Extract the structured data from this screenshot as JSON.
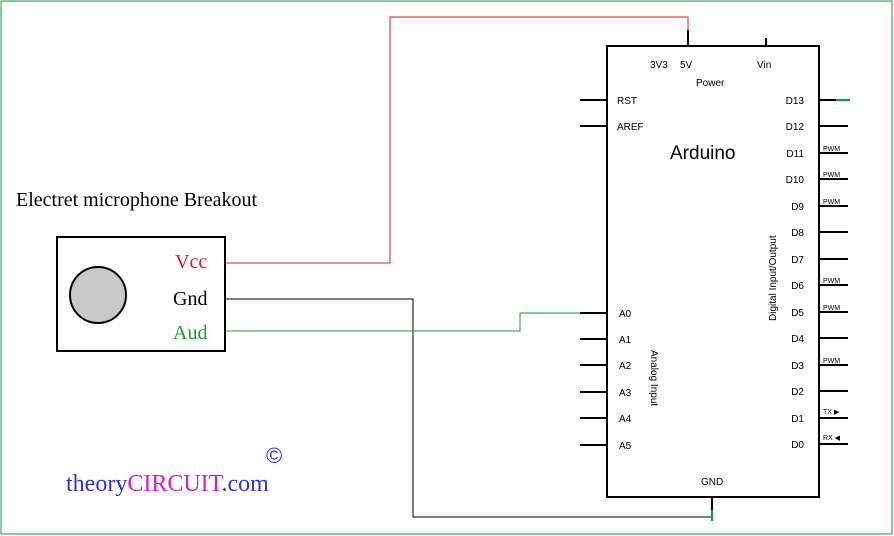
{
  "module": {
    "title": "Electret microphone Breakout",
    "pins": {
      "vcc": "Vcc",
      "gnd": "Gnd",
      "aud": "Aud"
    }
  },
  "arduino": {
    "name": "Arduino",
    "power_group": "Power",
    "power_pins": {
      "v33": "3V3",
      "v5": "5V",
      "vin": "Vin"
    },
    "ground_pin": "GND",
    "left_pins": {
      "rst": "RST",
      "aref": "AREF"
    },
    "analog_group": "Analog Input",
    "analog_pins": [
      "A0",
      "A1",
      "A2",
      "A3",
      "A4",
      "A5"
    ],
    "digital_group": "Digital Input/Output",
    "digital_pins": [
      "D13",
      "D12",
      "D11",
      "D10",
      "D9",
      "D8",
      "D7",
      "D6",
      "D5",
      "D4",
      "D3",
      "D2",
      "D1",
      "D0"
    ],
    "pin_tags": {
      "d11": "PWM",
      "d10": "PWM",
      "d9": "PWM",
      "d6": "PWM",
      "d5": "PWM",
      "d3": "PWM",
      "d1": "TX ▶",
      "d0": "RX ◀"
    }
  },
  "watermark": {
    "symbol": "©",
    "part1": "theory",
    "part2": "CIRCUIT",
    "part3": ".com"
  },
  "colors": {
    "vcc_wire": "#d42020",
    "aud_wire": "#1a9a3a",
    "gnd_wire": "#000000",
    "brand_blue": "#3333cc",
    "brand_magenta": "#cc22cc",
    "mic_fill": "#c8c8c8"
  }
}
